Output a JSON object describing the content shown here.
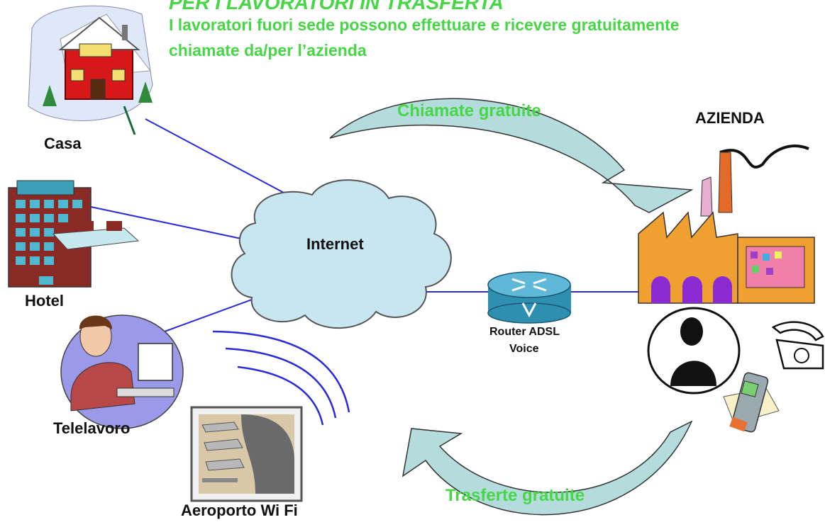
{
  "header": {
    "line1": "PER I LAVORATORI IN TRASFERTA",
    "line2": "I lavoratori fuori sede possono effettuare e ricevere gratuitamente",
    "line3": "chiamate da/per  l’azienda"
  },
  "nodes": {
    "casa": "Casa",
    "hotel": "Hotel",
    "telelavoro": "Telelavoro",
    "aeroporto": "Aeroporto Wi Fi",
    "internet": "Internet",
    "router_line1": "Router ADSL",
    "router_line2": "Voice",
    "azienda": "AZIENDA"
  },
  "arrows": {
    "top": "Chiamate gratuite",
    "bottom": "Trasferte gratuite"
  },
  "colors": {
    "title": "#46d646",
    "arrow_fill": "#b4dcdc",
    "cloud_fill": "#c8e6f0",
    "link_line": "#2a2ad8",
    "router": "#2e8fb0"
  }
}
